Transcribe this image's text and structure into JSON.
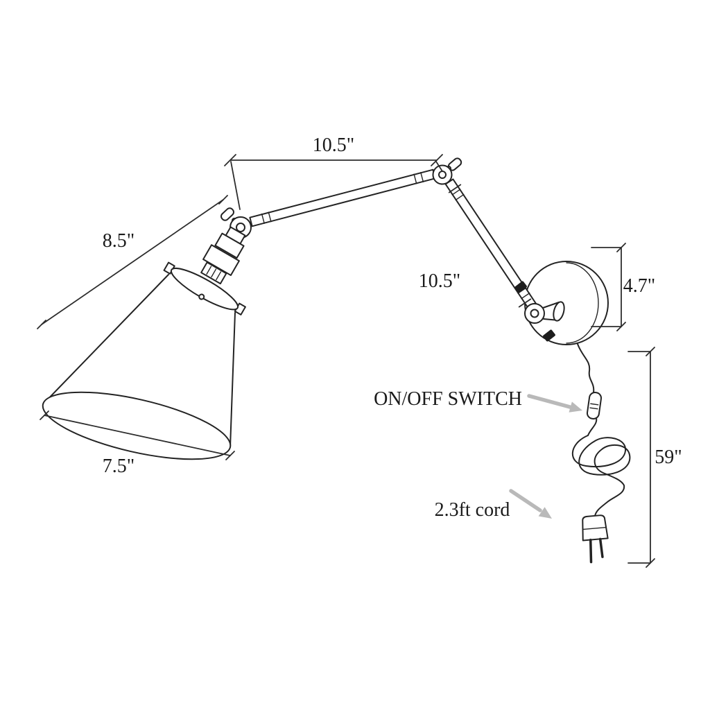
{
  "diagram": {
    "name": "Swing-arm plug-in wall lamp dimension drawing",
    "dimensions": {
      "upper_arm": "10.5\"",
      "lower_arm": "10.5\"",
      "shade_slant": "8.5\"",
      "shade_opening": "7.5\"",
      "backplate": "4.7\"",
      "cord_total": "59\""
    },
    "annotations": {
      "switch": "ON/OFF SWITCH",
      "cord": "2.3ft cord"
    },
    "colors": {
      "line": "#232323",
      "annotation_arrow": "#b9b9b9",
      "background": "#ffffff"
    }
  }
}
